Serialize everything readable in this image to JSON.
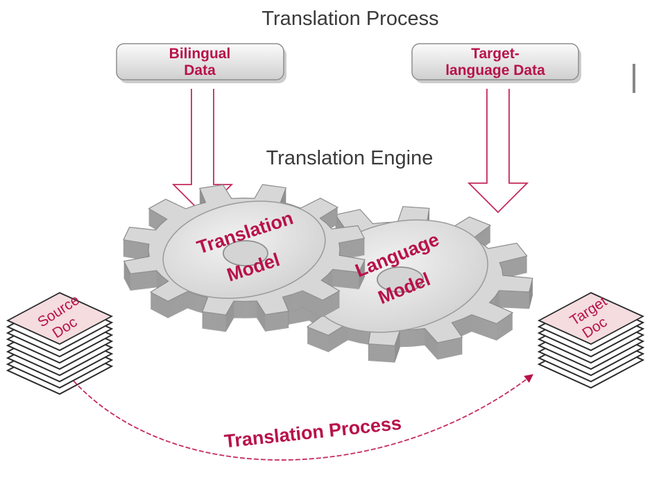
{
  "diagram": {
    "title": "Translation Process",
    "engine_label": "Translation Engine",
    "inputs": {
      "bilingual": {
        "line1": "Bilingual",
        "line2": "Data"
      },
      "target_language": {
        "line1": "Target-",
        "line2": "language Data"
      }
    },
    "gears": {
      "translation_model": {
        "line1": "Translation",
        "line2": "Model"
      },
      "language_model": {
        "line1": "Language",
        "line2": "Model"
      }
    },
    "documents": {
      "source": {
        "line1": "Source",
        "line2": "Doc"
      },
      "target": {
        "line1": "Target",
        "line2": "Doc"
      }
    },
    "flow_label": "Translation Process"
  },
  "colors": {
    "accent": "#b8124a",
    "gear_face": "#e3e3e3",
    "gear_side": "#a8a8a8",
    "doc_fill": "#f4dcdf"
  }
}
